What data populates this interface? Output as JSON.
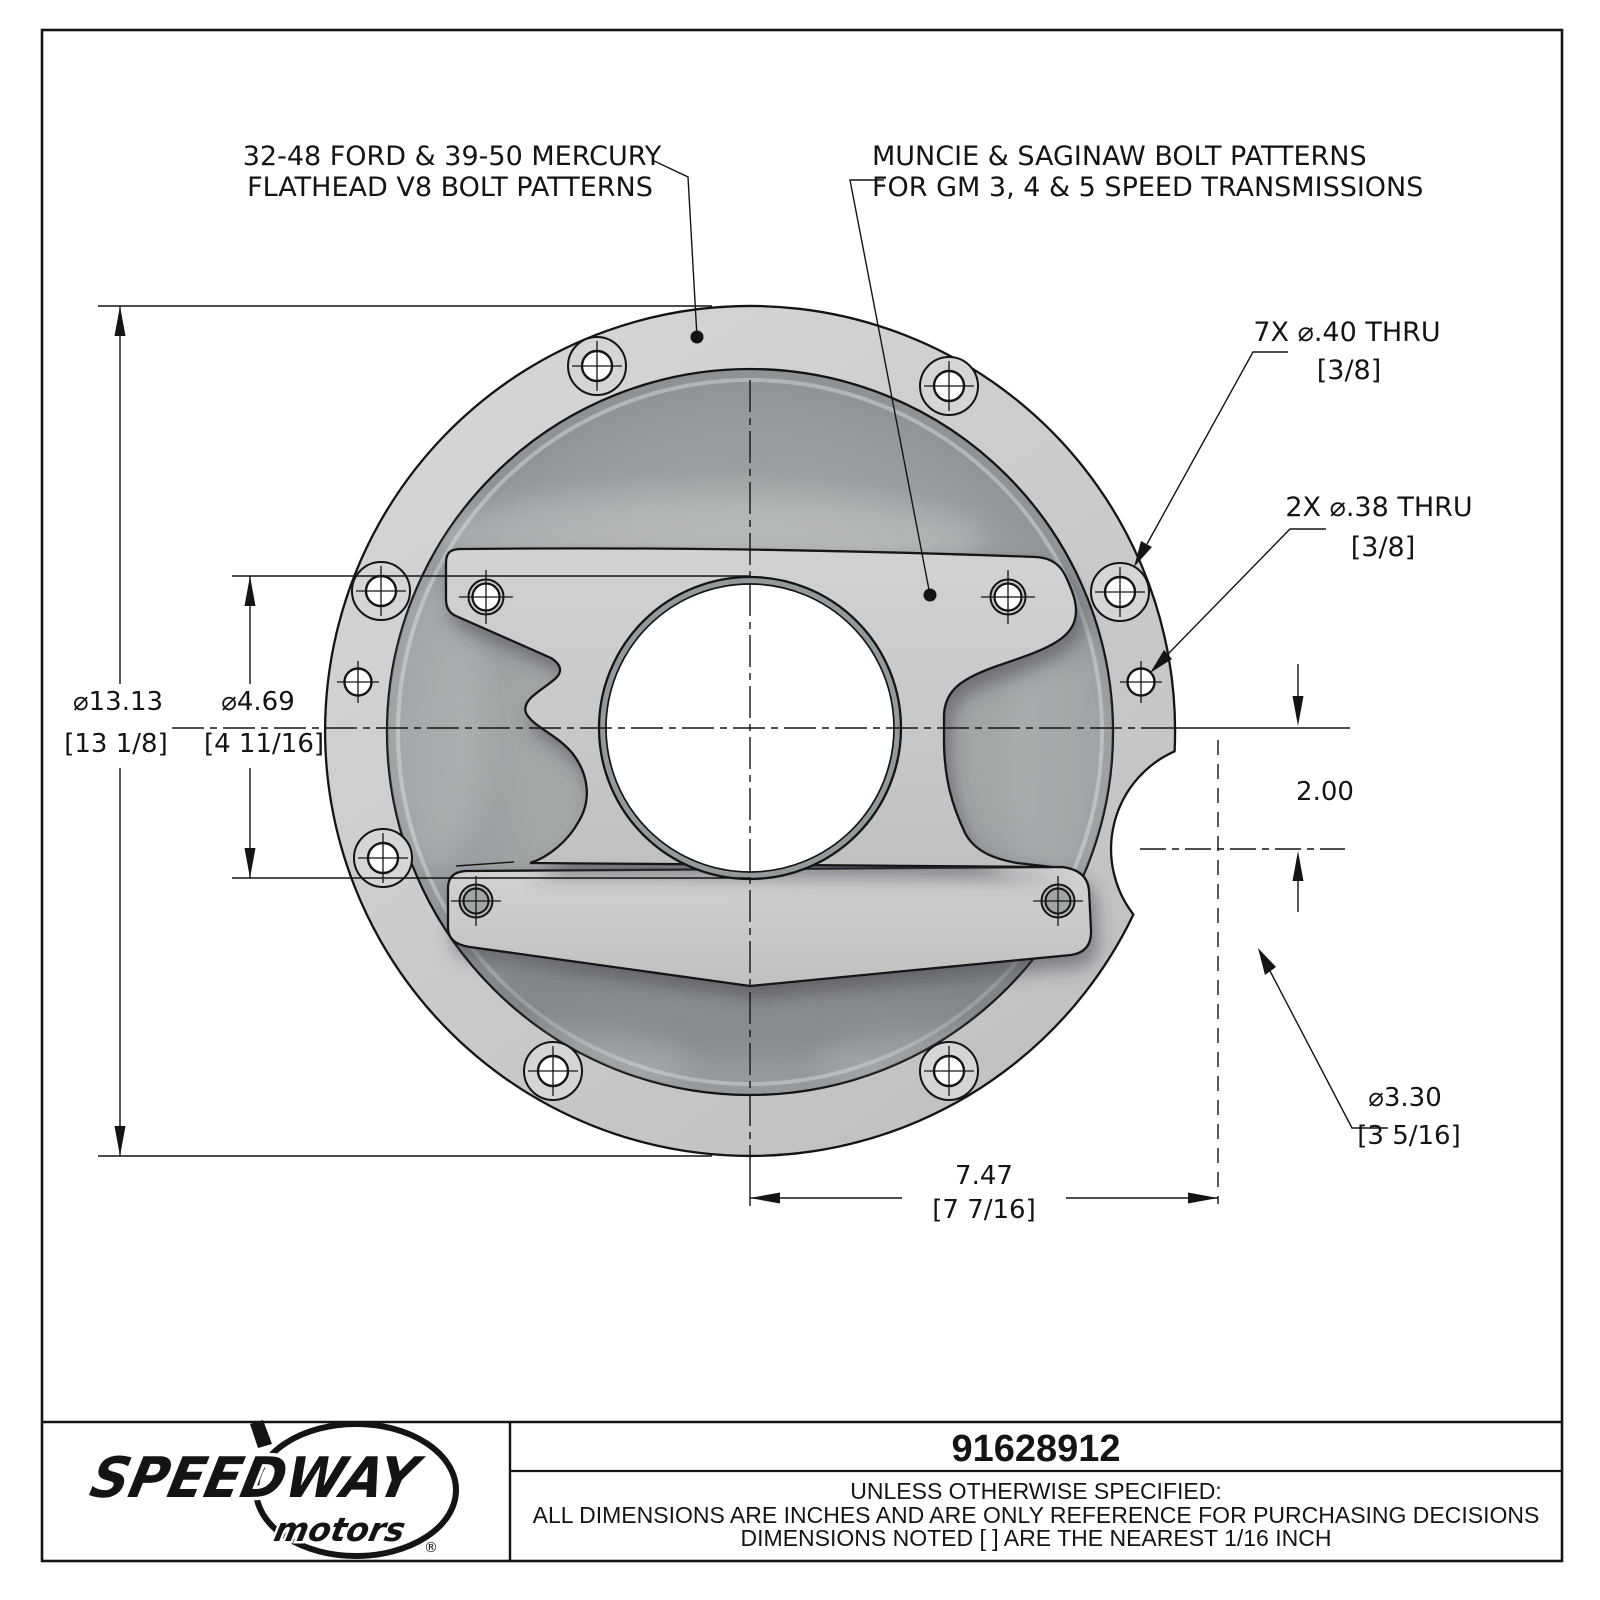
{
  "callouts": {
    "ford_pattern": {
      "line1": "32-48 FORD & 39-50 MERCURY",
      "line2": "FLATHEAD V8 BOLT PATTERNS"
    },
    "gm_pattern": {
      "line1": "MUNCIE & SAGINAW BOLT PATTERNS",
      "line2": "FOR GM 3, 4 & 5 SPEED TRANSMISSIONS"
    },
    "holes_7x": {
      "line1": "7X ⌀.40 THRU",
      "line2": "[3/8]"
    },
    "holes_2x": {
      "line1": "2X ⌀.38 THRU",
      "line2": "[3/8]"
    },
    "register_dia": {
      "line1": "⌀3.30",
      "line2": "[3 5/16]"
    }
  },
  "dimensions": {
    "outer_dia": {
      "line1": "⌀13.13",
      "line2": "[13 1/8]"
    },
    "bore_dia": {
      "line1": "⌀4.69",
      "line2": "[4 11/16]"
    },
    "horizontal": {
      "line1": "7.47",
      "line2": "[7 7/16]"
    },
    "vertical_offset": {
      "value": "2.00"
    }
  },
  "title_block": {
    "part_number": "91628912",
    "notes": [
      "UNLESS OTHERWISE SPECIFIED:",
      "ALL DIMENSIONS ARE INCHES AND ARE ONLY REFERENCE FOR PURCHASING DECISIONS",
      "DIMENSIONS NOTED [ ] ARE THE NEAREST 1/16 INCH"
    ],
    "logo": {
      "brand": "SPEEDWAY",
      "sub": "motors",
      "reg": "®"
    }
  },
  "colors": {
    "background": "#ffffff",
    "line": "#141414",
    "flange": "#cdd0d0",
    "bowl": "#9ba0a2",
    "plate": "#c8cacb"
  }
}
